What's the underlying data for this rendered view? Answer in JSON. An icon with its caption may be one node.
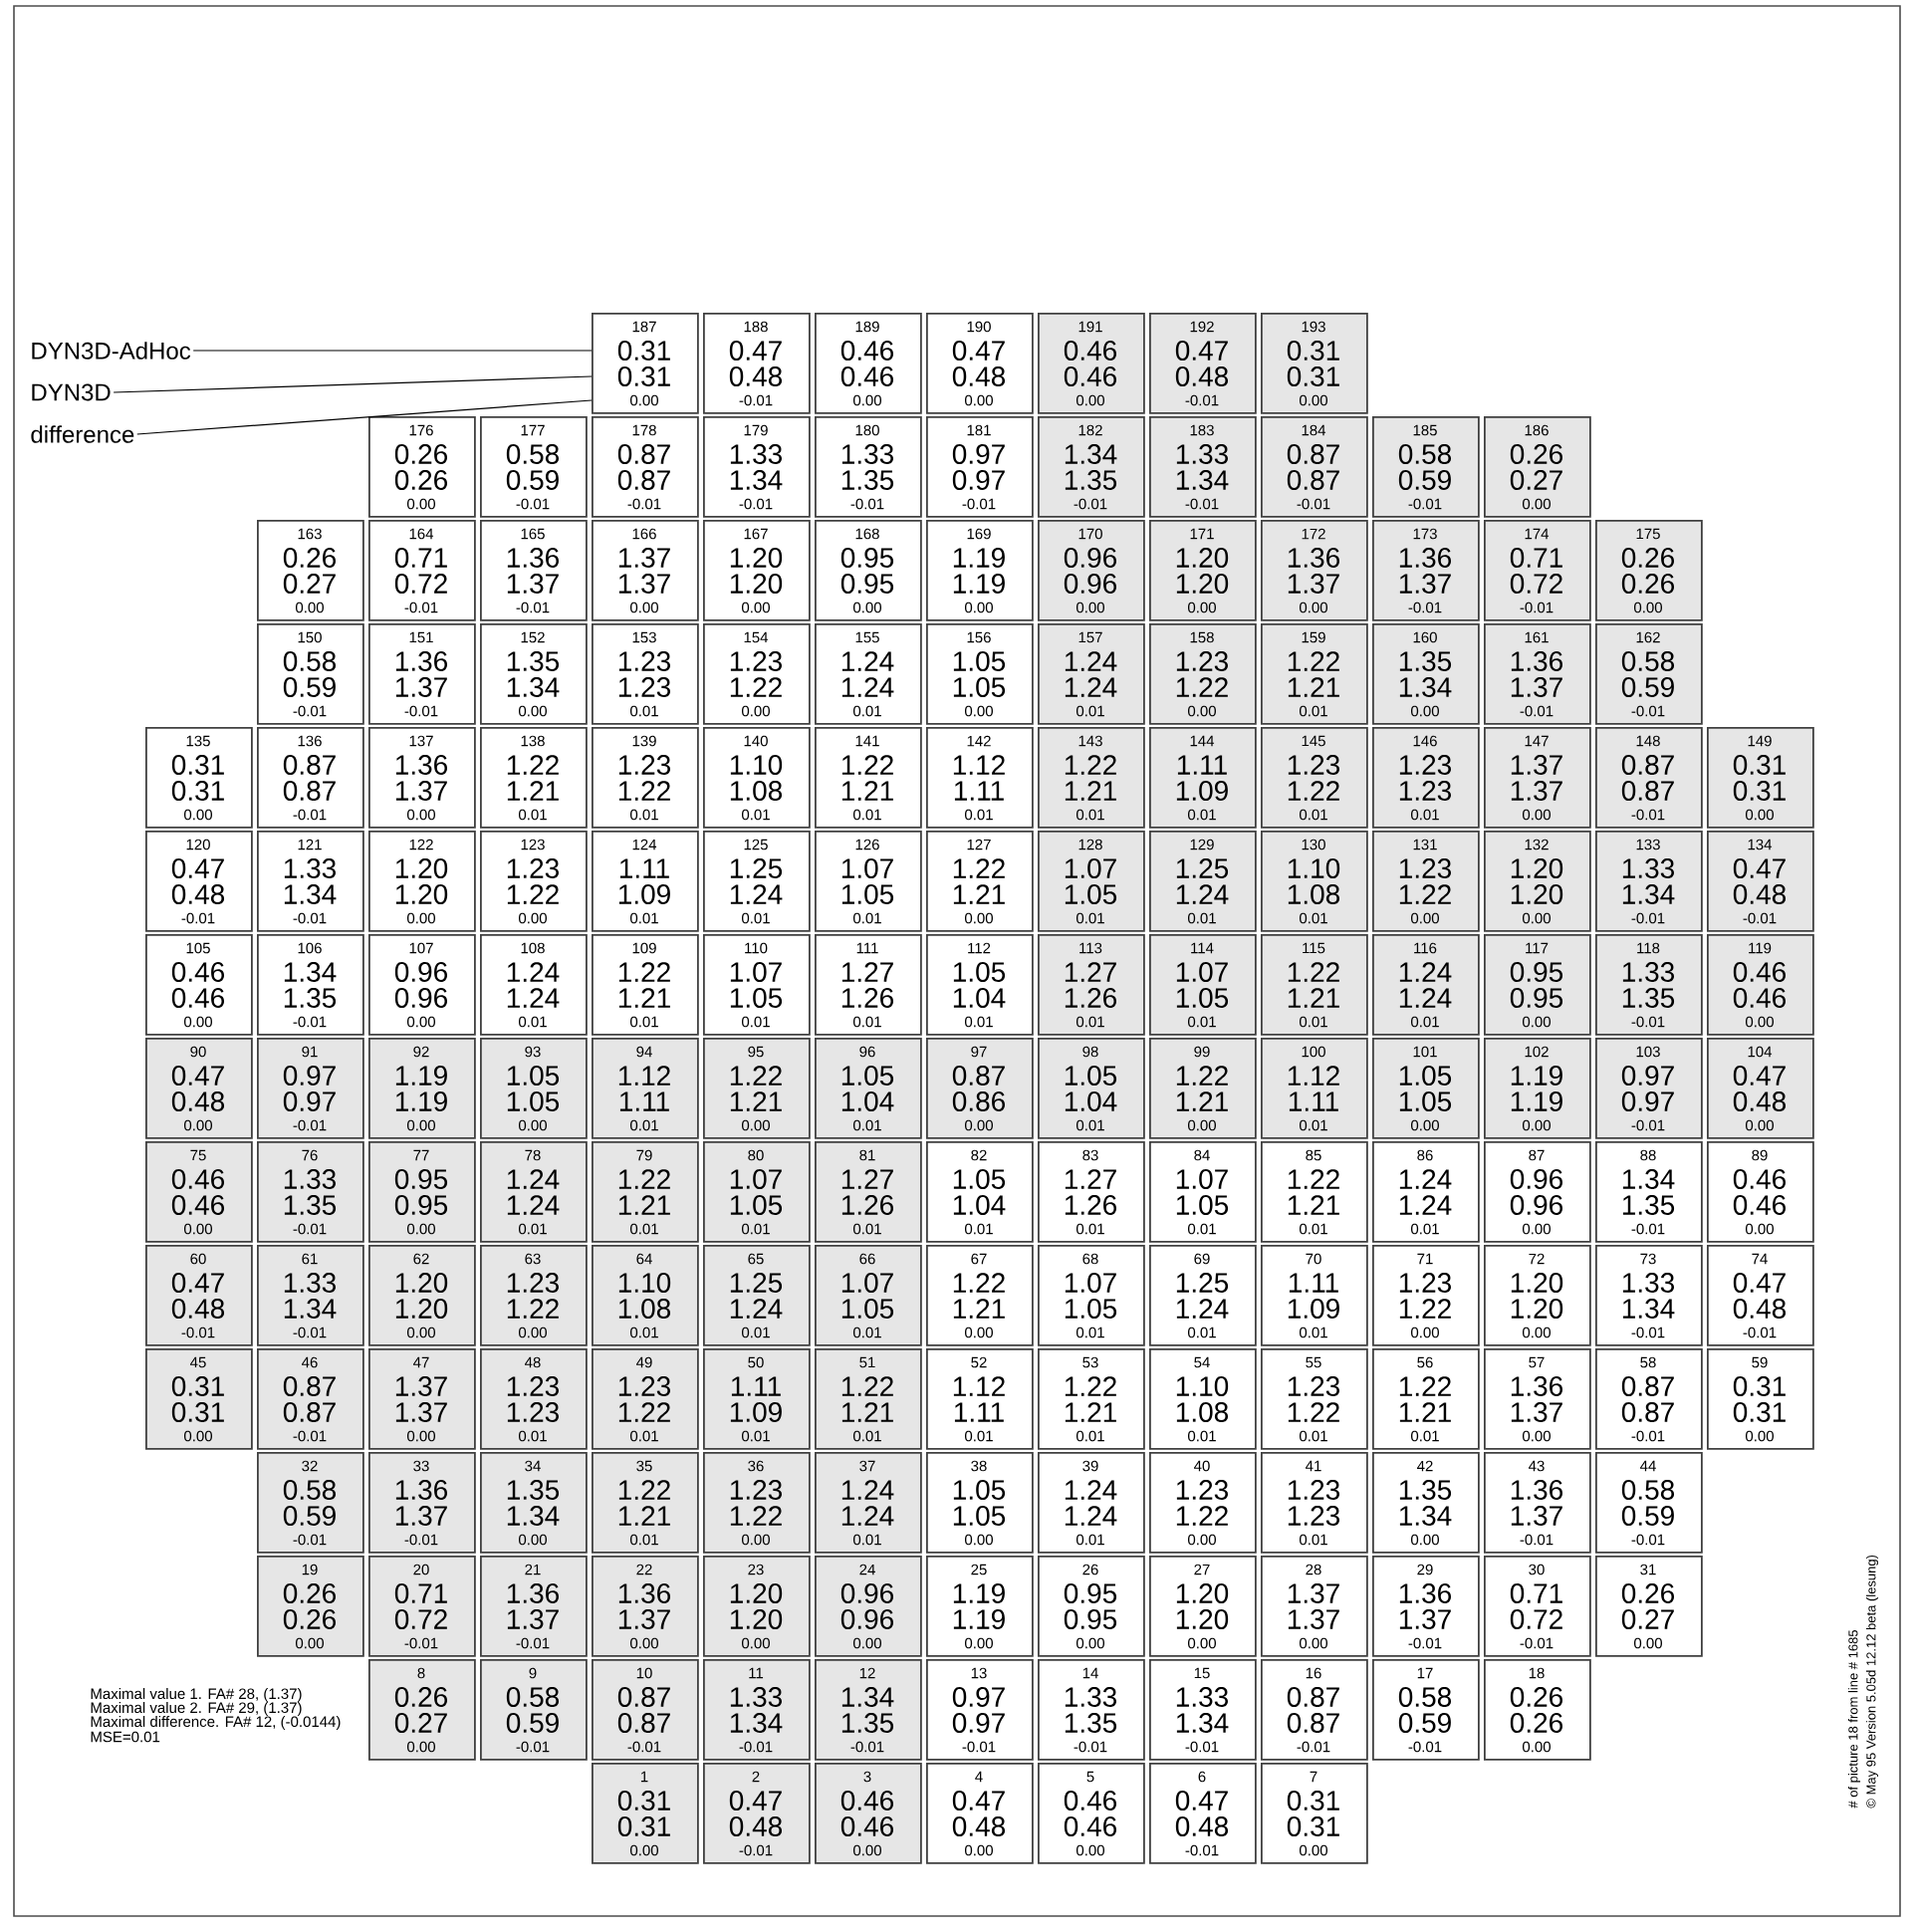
{
  "diagram": {
    "nodes": [
      {
        "text": [
          "DYN3D-AdHoc"
        ]
      },
      {
        "text": [
          "DYN3D"
        ]
      },
      {
        "text": [
          "difference"
        ]
      },
      {
        "text": [
          "187",
          "0.31",
          "0.31",
          "0.00"
        ]
      },
      {
        "text": [
          "188",
          "0.47",
          "0.48",
          "-0.01"
        ]
      },
      {
        "text": [
          "189",
          "0.46",
          "0.46",
          "0.00"
        ]
      },
      {
        "text": [
          "190",
          "0.47",
          "0.48",
          "0.00"
        ]
      },
      {
        "text": [
          "191",
          "0.46",
          "0.46",
          "0.00"
        ]
      },
      {
        "text": [
          "192",
          "0.47",
          "0.48",
          "-0.01"
        ]
      },
      {
        "text": [
          "193",
          "0.31",
          "0.31",
          "0.00"
        ]
      },
      {
        "text": [
          "176",
          "0.26",
          "0.26",
          "0.00"
        ]
      },
      {
        "text": [
          "177",
          "0.58",
          "0.59",
          "-0.01"
        ]
      },
      {
        "text": [
          "178",
          "0.87",
          "0.87",
          "-0.01"
        ]
      },
      {
        "text": [
          "179",
          "1.33",
          "1.34",
          "-0.01"
        ]
      },
      {
        "text": [
          "180",
          "1.33",
          "1.35",
          "-0.01"
        ]
      },
      {
        "text": [
          "181",
          "0.97",
          "0.97",
          "-0.01"
        ]
      },
      {
        "text": [
          "182",
          "1.34",
          "1.35",
          "-0.01"
        ]
      },
      {
        "text": [
          "183",
          "1.33",
          "1.34",
          "-0.01"
        ]
      },
      {
        "text": [
          "184",
          "0.87",
          "0.87",
          "-0.01"
        ]
      },
      {
        "text": [
          "185",
          "0.58",
          "0.59",
          "-0.01"
        ]
      },
      {
        "text": [
          "186",
          "0.26",
          "0.27",
          "0.00"
        ]
      },
      {
        "text": [
          "163",
          "0.26",
          "0.27",
          "0.00"
        ]
      },
      {
        "text": [
          "164",
          "0.71",
          "0.72",
          "-0.01"
        ]
      },
      {
        "text": [
          "165",
          "1.36",
          "1.37",
          "-0.01"
        ]
      },
      {
        "text": [
          "166",
          "1.37",
          "1.37",
          "0.00"
        ]
      },
      {
        "text": [
          "167",
          "1.20",
          "1.20",
          "0.00"
        ]
      },
      {
        "text": [
          "168",
          "0.95",
          "0.95",
          "0.00"
        ]
      },
      {
        "text": [
          "169",
          "1.19",
          "1.19",
          "0.00"
        ]
      },
      {
        "text": [
          "170",
          "0.96",
          "0.96",
          "0.00"
        ]
      },
      {
        "text": [
          "171",
          "1.20",
          "1.20",
          "0.00"
        ]
      },
      {
        "text": [
          "172",
          "1.36",
          "1.37",
          "0.00"
        ]
      },
      {
        "text": [
          "173",
          "1.36",
          "1.37",
          "-0.01"
        ]
      },
      {
        "text": [
          "174",
          "0.71",
          "0.72",
          "-0.01"
        ]
      },
      {
        "text": [
          "175",
          "0.26",
          "0.26",
          "0.00"
        ]
      },
      {
        "text": [
          "150",
          "0.58",
          "0.59",
          "-0.01"
        ]
      },
      {
        "text": [
          "151",
          "1.36",
          "1.37",
          "-0.01"
        ]
      },
      {
        "text": [
          "152",
          "1.35",
          "1.34",
          "0.00"
        ]
      },
      {
        "text": [
          "153",
          "1.23",
          "1.23",
          "0.01"
        ]
      },
      {
        "text": [
          "154",
          "1.23",
          "1.22",
          "0.00"
        ]
      },
      {
        "text": [
          "155",
          "1.24",
          "1.24",
          "0.01"
        ]
      },
      {
        "text": [
          "156",
          "1.05",
          "1.05",
          "0.00"
        ]
      },
      {
        "text": [
          "157",
          "1.24",
          "1.24",
          "0.01"
        ]
      },
      {
        "text": [
          "158",
          "1.23",
          "1.22",
          "0.00"
        ]
      },
      {
        "text": [
          "159",
          "1.22",
          "1.21",
          "0.01"
        ]
      },
      {
        "text": [
          "160",
          "1.35",
          "1.34",
          "0.00"
        ]
      },
      {
        "text": [
          "161",
          "1.36",
          "1.37",
          "-0.01"
        ]
      },
      {
        "text": [
          "162",
          "0.58",
          "0.59",
          "-0.01"
        ]
      },
      {
        "text": [
          "135",
          "0.31",
          "0.31",
          "0.00"
        ]
      },
      {
        "text": [
          "136",
          "0.87",
          "0.87",
          "-0.01"
        ]
      },
      {
        "text": [
          "137",
          "1.36",
          "1.37",
          "0.00"
        ]
      },
      {
        "text": [
          "138",
          "1.22",
          "1.21",
          "0.01"
        ]
      },
      {
        "text": [
          "139",
          "1.23",
          "1.22",
          "0.01"
        ]
      },
      {
        "text": [
          "140",
          "1.10",
          "1.08",
          "0.01"
        ]
      },
      {
        "text": [
          "141",
          "1.22",
          "1.21",
          "0.01"
        ]
      },
      {
        "text": [
          "142",
          "1.12",
          "1.11",
          "0.01"
        ]
      },
      {
        "text": [
          "143",
          "1.22",
          "1.21",
          "0.01"
        ]
      },
      {
        "text": [
          "144",
          "1.11",
          "1.09",
          "0.01"
        ]
      },
      {
        "text": [
          "145",
          "1.23",
          "1.22",
          "0.01"
        ]
      },
      {
        "text": [
          "146",
          "1.23",
          "1.23",
          "0.01"
        ]
      },
      {
        "text": [
          "147",
          "1.37",
          "1.37",
          "0.00"
        ]
      },
      {
        "text": [
          "148",
          "0.87",
          "0.87",
          "-0.01"
        ]
      },
      {
        "text": [
          "149",
          "0.31",
          "0.31",
          "0.00"
        ]
      },
      {
        "text": [
          "120",
          "0.47",
          "0.48",
          "-0.01"
        ]
      },
      {
        "text": [
          "121",
          "1.33",
          "1.34",
          "-0.01"
        ]
      },
      {
        "text": [
          "122",
          "1.20",
          "1.20",
          "0.00"
        ]
      },
      {
        "text": [
          "123",
          "1.23",
          "1.22",
          "0.00"
        ]
      },
      {
        "text": [
          "124",
          "1.11",
          "1.09",
          "0.01"
        ]
      },
      {
        "text": [
          "125",
          "1.25",
          "1.24",
          "0.01"
        ]
      },
      {
        "text": [
          "126",
          "1.07",
          "1.05",
          "0.01"
        ]
      },
      {
        "text": [
          "127",
          "1.22",
          "1.21",
          "0.00"
        ]
      },
      {
        "text": [
          "128",
          "1.07",
          "1.05",
          "0.01"
        ]
      },
      {
        "text": [
          "129",
          "1.25",
          "1.24",
          "0.01"
        ]
      },
      {
        "text": [
          "130",
          "1.10",
          "1.08",
          "0.01"
        ]
      },
      {
        "text": [
          "131",
          "1.23",
          "1.22",
          "0.00"
        ]
      },
      {
        "text": [
          "132",
          "1.20",
          "1.20",
          "0.00"
        ]
      },
      {
        "text": [
          "133",
          "1.33",
          "1.34",
          "-0.01"
        ]
      },
      {
        "text": [
          "134",
          "0.47",
          "0.48",
          "-0.01"
        ]
      },
      {
        "text": [
          "105",
          "0.46",
          "0.46",
          "0.00"
        ]
      },
      {
        "text": [
          "106",
          "1.34",
          "1.35",
          "-0.01"
        ]
      },
      {
        "text": [
          "107",
          "0.96",
          "0.96",
          "0.00"
        ]
      },
      {
        "text": [
          "108",
          "1.24",
          "1.24",
          "0.01"
        ]
      },
      {
        "text": [
          "109",
          "1.22",
          "1.21",
          "0.01"
        ]
      },
      {
        "text": [
          "110",
          "1.07",
          "1.05",
          "0.01"
        ]
      },
      {
        "text": [
          "111",
          "1.27",
          "1.26",
          "0.01"
        ]
      },
      {
        "text": [
          "112",
          "1.05",
          "1.04",
          "0.01"
        ]
      },
      {
        "text": [
          "113",
          "1.27",
          "1.26",
          "0.01"
        ]
      },
      {
        "text": [
          "114",
          "1.07",
          "1.05",
          "0.01"
        ]
      },
      {
        "text": [
          "115",
          "1.22",
          "1.21",
          "0.01"
        ]
      },
      {
        "text": [
          "116",
          "1.24",
          "1.24",
          "0.01"
        ]
      },
      {
        "text": [
          "117",
          "0.95",
          "0.95",
          "0.00"
        ]
      },
      {
        "text": [
          "118",
          "1.33",
          "1.35",
          "-0.01"
        ]
      },
      {
        "text": [
          "119",
          "0.46",
          "0.46",
          "0.00"
        ]
      },
      {
        "text": [
          "90",
          "0.47",
          "0.48",
          "0.00"
        ]
      },
      {
        "text": [
          "91",
          "0.97",
          "0.97",
          "-0.01"
        ]
      },
      {
        "text": [
          "92",
          "1.19",
          "1.19",
          "0.00"
        ]
      },
      {
        "text": [
          "93",
          "1.05",
          "1.05",
          "0.00"
        ]
      },
      {
        "text": [
          "94",
          "1.12",
          "1.11",
          "0.01"
        ]
      },
      {
        "text": [
          "95",
          "1.22",
          "1.21",
          "0.00"
        ]
      },
      {
        "text": [
          "96",
          "1.05",
          "1.04",
          "0.01"
        ]
      },
      {
        "text": [
          "97",
          "0.87",
          "0.86",
          "0.00"
        ]
      },
      {
        "text": [
          "98",
          "1.05",
          "1.04",
          "0.01"
        ]
      },
      {
        "text": [
          "99",
          "1.22",
          "1.21",
          "0.00"
        ]
      },
      {
        "text": [
          "100",
          "1.12",
          "1.11",
          "0.01"
        ]
      },
      {
        "text": [
          "101",
          "1.05",
          "1.05",
          "0.00"
        ]
      },
      {
        "text": [
          "102",
          "1.19",
          "1.19",
          "0.00"
        ]
      },
      {
        "text": [
          "103",
          "0.97",
          "0.97",
          "-0.01"
        ]
      },
      {
        "text": [
          "104",
          "0.47",
          "0.48",
          "0.00"
        ]
      },
      {
        "text": [
          "75",
          "0.46",
          "0.46",
          "0.00"
        ]
      },
      {
        "text": [
          "76",
          "1.33",
          "1.35",
          "-0.01"
        ]
      },
      {
        "text": [
          "77",
          "0.95",
          "0.95",
          "0.00"
        ]
      },
      {
        "text": [
          "78",
          "1.24",
          "1.24",
          "0.01"
        ]
      },
      {
        "text": [
          "79",
          "1.22",
          "1.21",
          "0.01"
        ]
      },
      {
        "text": [
          "80",
          "1.07",
          "1.05",
          "0.01"
        ]
      },
      {
        "text": [
          "81",
          "1.27",
          "1.26",
          "0.01"
        ]
      },
      {
        "text": [
          "82",
          "1.05",
          "1.04",
          "0.01"
        ]
      },
      {
        "text": [
          "83",
          "1.27",
          "1.26",
          "0.01"
        ]
      },
      {
        "text": [
          "84",
          "1.07",
          "1.05",
          "0.01"
        ]
      },
      {
        "text": [
          "85",
          "1.22",
          "1.21",
          "0.01"
        ]
      },
      {
        "text": [
          "86",
          "1.24",
          "1.24",
          "0.01"
        ]
      },
      {
        "text": [
          "87",
          "0.96",
          "0.96",
          "0.00"
        ]
      },
      {
        "text": [
          "88",
          "1.34",
          "1.35",
          "-0.01"
        ]
      },
      {
        "text": [
          "89",
          "0.46",
          "0.46",
          "0.00"
        ]
      },
      {
        "text": [
          "60",
          "0.47",
          "0.48",
          "-0.01"
        ]
      },
      {
        "text": [
          "61",
          "1.33",
          "1.34",
          "-0.01"
        ]
      },
      {
        "text": [
          "62",
          "1.20",
          "1.20",
          "0.00"
        ]
      },
      {
        "text": [
          "63",
          "1.23",
          "1.22",
          "0.00"
        ]
      },
      {
        "text": [
          "64",
          "1.10",
          "1.08",
          "0.01"
        ]
      },
      {
        "text": [
          "65",
          "1.25",
          "1.24",
          "0.01"
        ]
      },
      {
        "text": [
          "66",
          "1.07",
          "1.05",
          "0.01"
        ]
      },
      {
        "text": [
          "67",
          "1.22",
          "1.21",
          "0.00"
        ]
      },
      {
        "text": [
          "68",
          "1.07",
          "1.05",
          "0.01"
        ]
      },
      {
        "text": [
          "69",
          "1.25",
          "1.24",
          "0.01"
        ]
      },
      {
        "text": [
          "70",
          "1.11",
          "1.09",
          "0.01"
        ]
      },
      {
        "text": [
          "71",
          "1.23",
          "1.22",
          "0.00"
        ]
      },
      {
        "text": [
          "72",
          "1.20",
          "1.20",
          "0.00"
        ]
      },
      {
        "text": [
          "73",
          "1.33",
          "1.34",
          "-0.01"
        ]
      },
      {
        "text": [
          "74",
          "0.47",
          "0.48",
          "-0.01"
        ]
      },
      {
        "text": [
          "45",
          "0.31",
          "0.31",
          "0.00"
        ]
      },
      {
        "text": [
          "46",
          "0.87",
          "0.87",
          "-0.01"
        ]
      },
      {
        "text": [
          "47",
          "1.37",
          "1.37",
          "0.00"
        ]
      },
      {
        "text": [
          "48",
          "1.23",
          "1.23",
          "0.01"
        ]
      },
      {
        "text": [
          "49",
          "1.23",
          "1.22",
          "0.01"
        ]
      },
      {
        "text": [
          "50",
          "1.11",
          "1.09",
          "0.01"
        ]
      },
      {
        "text": [
          "51",
          "1.22",
          "1.21",
          "0.01"
        ]
      },
      {
        "text": [
          "52",
          "1.12",
          "1.11",
          "0.01"
        ]
      },
      {
        "text": [
          "53",
          "1.22",
          "1.21",
          "0.01"
        ]
      },
      {
        "text": [
          "54",
          "1.10",
          "1.08",
          "0.01"
        ]
      },
      {
        "text": [
          "55",
          "1.23",
          "1.22",
          "0.01"
        ]
      },
      {
        "text": [
          "56",
          "1.22",
          "1.21",
          "0.01"
        ]
      },
      {
        "text": [
          "57",
          "1.36",
          "1.37",
          "0.00"
        ]
      },
      {
        "text": [
          "58",
          "0.87",
          "0.87",
          "-0.01"
        ]
      },
      {
        "text": [
          "59",
          "0.31",
          "0.31",
          "0.00"
        ]
      },
      {
        "text": [
          "32",
          "0.58",
          "0.59",
          "-0.01"
        ]
      },
      {
        "text": [
          "33",
          "1.36",
          "1.37",
          "-0.01"
        ]
      },
      {
        "text": [
          "34",
          "1.35",
          "1.34",
          "0.00"
        ]
      },
      {
        "text": [
          "35",
          "1.22",
          "1.21",
          "0.01"
        ]
      },
      {
        "text": [
          "36",
          "1.23",
          "1.22",
          "0.00"
        ]
      },
      {
        "text": [
          "37",
          "1.24",
          "1.24",
          "0.01"
        ]
      },
      {
        "text": [
          "38",
          "1.05",
          "1.05",
          "0.00"
        ]
      },
      {
        "text": [
          "39",
          "1.24",
          "1.24",
          "0.01"
        ]
      },
      {
        "text": [
          "40",
          "1.23",
          "1.22",
          "0.00"
        ]
      },
      {
        "text": [
          "41",
          "1.23",
          "1.23",
          "0.01"
        ]
      },
      {
        "text": [
          "42",
          "1.35",
          "1.34",
          "0.00"
        ]
      },
      {
        "text": [
          "43",
          "1.36",
          "1.37",
          "-0.01"
        ]
      },
      {
        "text": [
          "44",
          "0.58",
          "0.59",
          "-0.01"
        ]
      },
      {
        "text": [
          "19",
          "0.26",
          "0.26",
          "0.00"
        ]
      },
      {
        "text": [
          "20",
          "0.71",
          "0.72",
          "-0.01"
        ]
      },
      {
        "text": [
          "21",
          "1.36",
          "1.37",
          "-0.01"
        ]
      },
      {
        "text": [
          "22",
          "1.36",
          "1.37",
          "0.00"
        ]
      },
      {
        "text": [
          "23",
          "1.20",
          "1.20",
          "0.00"
        ]
      },
      {
        "text": [
          "24",
          "0.96",
          "0.96",
          "0.00"
        ]
      },
      {
        "text": [
          "25",
          "1.19",
          "1.19",
          "0.00"
        ]
      },
      {
        "text": [
          "26",
          "0.95",
          "0.95",
          "0.00"
        ]
      },
      {
        "text": [
          "27",
          "1.20",
          "1.20",
          "0.00"
        ]
      },
      {
        "text": [
          "28",
          "1.37",
          "1.37",
          "0.00"
        ]
      },
      {
        "text": [
          "29",
          "1.36",
          "1.37",
          "-0.01"
        ]
      },
      {
        "text": [
          "30",
          "0.71",
          "0.72",
          "-0.01"
        ]
      },
      {
        "text": [
          "31",
          "0.26",
          "0.27",
          "0.00"
        ]
      },
      {
        "text": [
          "8",
          "0.26",
          "0.27",
          "0.00"
        ]
      },
      {
        "text": [
          "9",
          "0.58",
          "0.59",
          "-0.01"
        ]
      },
      {
        "text": [
          "10",
          "0.87",
          "0.87",
          "-0.01"
        ]
      },
      {
        "text": [
          "11",
          "1.33",
          "1.34",
          "-0.01"
        ]
      },
      {
        "text": [
          "12",
          "1.34",
          "1.35",
          "-0.01"
        ]
      },
      {
        "text": [
          "13",
          "0.97",
          "0.97",
          "-0.01"
        ]
      },
      {
        "text": [
          "14",
          "1.33",
          "1.35",
          "-0.01"
        ]
      },
      {
        "text": [
          "15",
          "1.33",
          "1.34",
          "-0.01"
        ]
      },
      {
        "text": [
          "16",
          "0.87",
          "0.87",
          "-0.01"
        ]
      },
      {
        "text": [
          "17",
          "0.58",
          "0.59",
          "-0.01"
        ]
      },
      {
        "text": [
          "18",
          "0.26",
          "0.26",
          "0.00"
        ]
      },
      {
        "text": [
          "1",
          "0.31",
          "0.31",
          "0.00"
        ]
      },
      {
        "text": [
          "2",
          "0.47",
          "0.48",
          "-0.01"
        ]
      },
      {
        "text": [
          "3",
          "0.46",
          "0.46",
          "0.00"
        ]
      },
      {
        "text": [
          "4",
          "0.47",
          "0.48",
          "0.00"
        ]
      },
      {
        "text": [
          "5",
          "0.46",
          "0.46",
          "0.00"
        ]
      },
      {
        "text": [
          "6",
          "0.47",
          "0.48",
          "-0.01"
        ]
      },
      {
        "text": [
          "7",
          "0.31",
          "0.31",
          "0.00"
        ]
      }
    ],
    "edges": [
      {
        "from": 0,
        "to": 3,
        "arrow": "none"
      },
      {
        "from": 1,
        "to": 3,
        "arrow": "none"
      },
      {
        "from": 2,
        "to": 3,
        "arrow": "none"
      }
    ],
    "labels": [
      "Maximal value 1. FA# 28, (1.37)",
      "Maximal value 2. FA# 29, (1.37)",
      "Maximal difference. FA# 12, (-0.0144)",
      "MSE=0.01",
      "# of picture 18 from line # 1685",
      "© May 95 Version 5.05d 12.12 beta (lesung)"
    ]
  }
}
